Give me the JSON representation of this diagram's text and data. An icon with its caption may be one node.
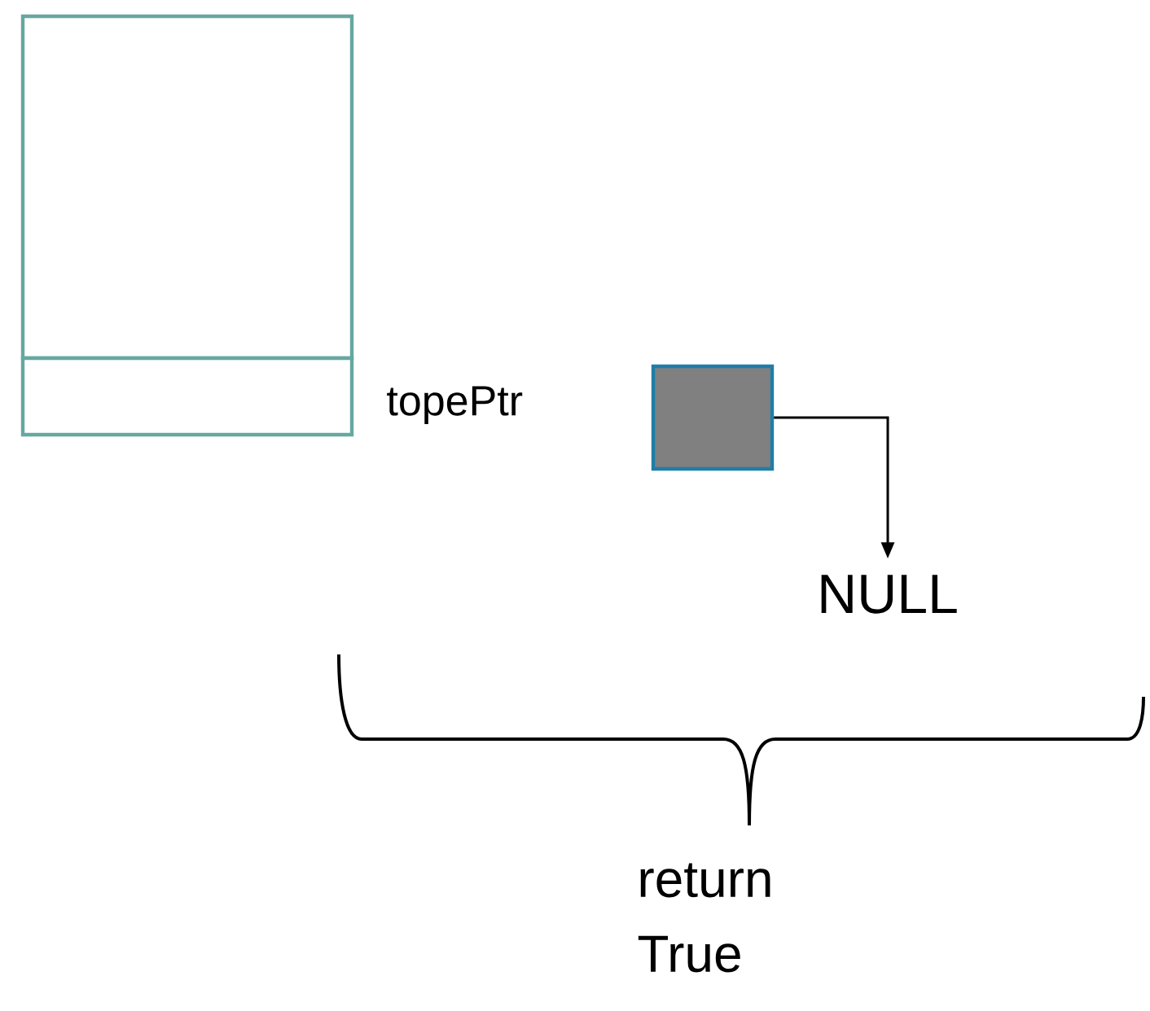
{
  "diagram": {
    "nodes": [
      {
        "text": [],
        "shape": "box"
      },
      {
        "text": [],
        "shape": "box"
      },
      {
        "text": [],
        "shape": "box"
      },
      {
        "text": [
          "NULL"
        ]
      }
    ],
    "edges": [
      {
        "from": 2,
        "to": 3,
        "arrow": "to"
      }
    ],
    "labels": [
      "topePtr",
      "return True"
    ]
  }
}
